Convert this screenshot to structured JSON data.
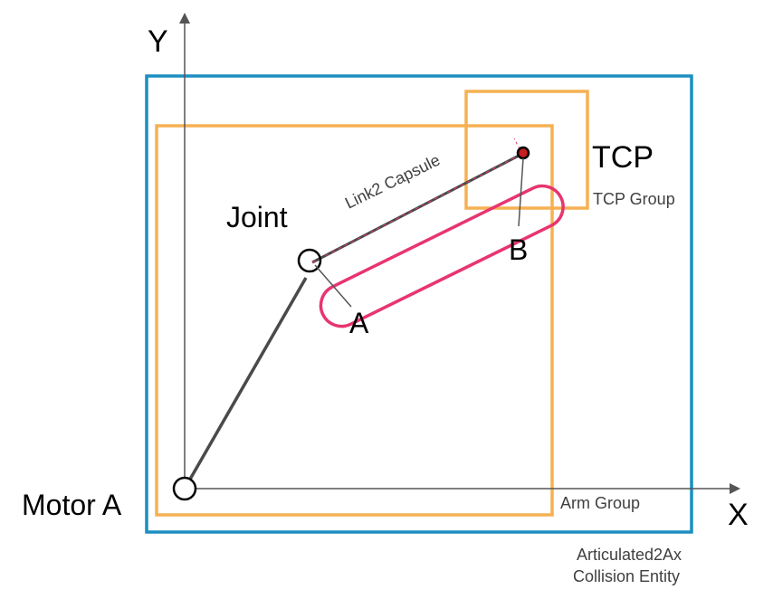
{
  "axes": {
    "y_label": "Y",
    "x_label": "X"
  },
  "labels": {
    "motor": "Motor A",
    "joint": "Joint",
    "tcp": "TCP",
    "tcp_group": "TCP Group",
    "arm_group": "Arm Group",
    "capsule": "Link2 Capsule",
    "point_a": "A",
    "point_b": "B",
    "entity_line1": "Articulated2Ax",
    "entity_line2": "Collision Entity"
  },
  "colors": {
    "entity_frame": "#1b8fc0",
    "group_frame": "#f5b152",
    "capsule": "#e8356f",
    "link": "#4a4a4a",
    "axis": "#555555",
    "tcp_point": "#c81e1e"
  }
}
